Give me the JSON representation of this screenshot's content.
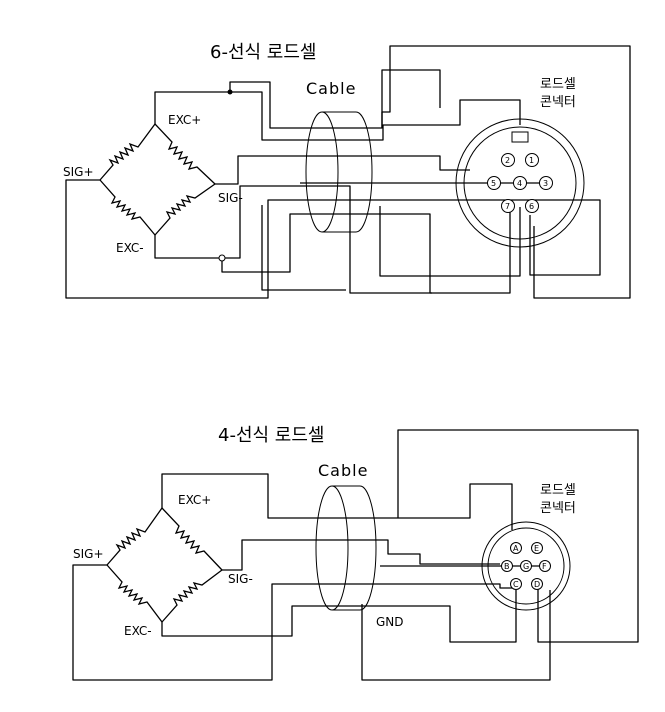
{
  "six_wire": {
    "title": "6-선식 로드셀",
    "cable_label": "Cable",
    "connector_label_line1": "로드셀",
    "connector_label_line2": "콘넥터",
    "terminals": {
      "exc_plus": "EXC+",
      "exc_minus": "EXC-",
      "sig_plus": "SIG+",
      "sig_minus": "SIG-"
    },
    "pins": [
      "1",
      "2",
      "3",
      "4",
      "5",
      "6",
      "7"
    ]
  },
  "four_wire": {
    "title": "4-선식 로드셀",
    "cable_label": "Cable",
    "connector_label_line1": "로드셀",
    "connector_label_line2": "콘넥터",
    "terminals": {
      "exc_plus": "EXC+",
      "exc_minus": "EXC-",
      "sig_plus": "SIG+",
      "sig_minus": "SIG-"
    },
    "ground_label": "GND",
    "pins": [
      "A",
      "B",
      "C",
      "D",
      "E",
      "F",
      "G"
    ]
  }
}
